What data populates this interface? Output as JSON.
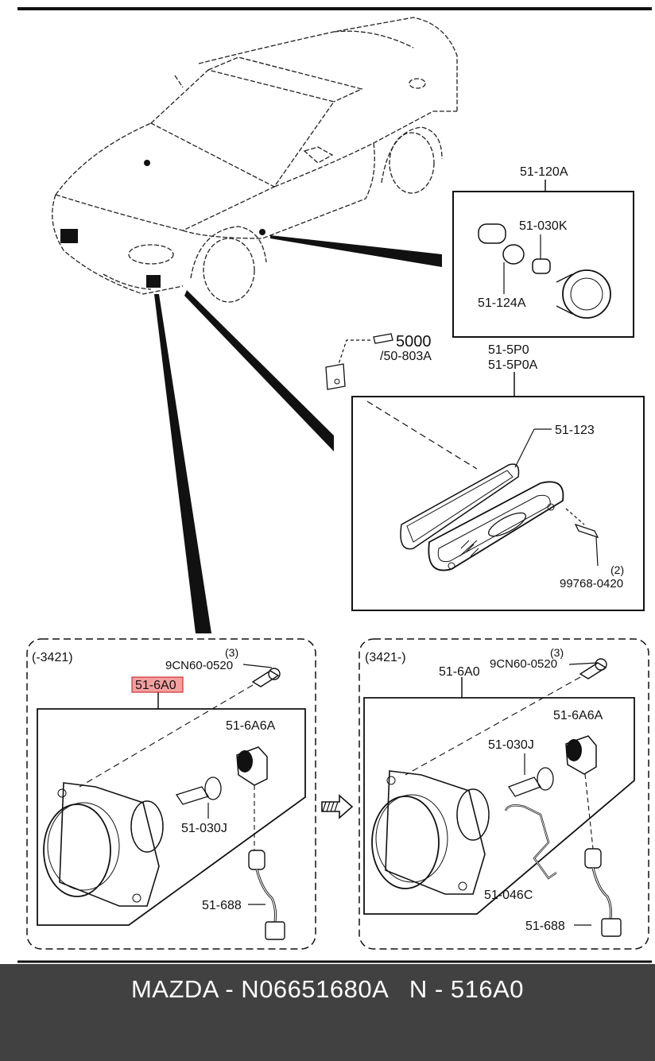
{
  "callouts": {
    "side_marker_assy": "51-120A",
    "side_marker_bulb": "51-030K",
    "side_marker_socket": "51-124A",
    "ref_5000": "5000",
    "ref_50_803a": "/50-803A",
    "turn_lamp_1": "51-5P0",
    "turn_lamp_2": "51-5P0A",
    "gasket": "51-123",
    "screw_qty": "(2)",
    "screw_part": "99768-0420"
  },
  "left_panel": {
    "range": "(-3421)",
    "bolt_qty": "(3)",
    "bolt_part": "9CN60-0520",
    "fog_lamp_assy": "51-6A0",
    "socket": "51-6A6A",
    "bulb": "51-030J",
    "harness": "51-688"
  },
  "right_panel": {
    "range": "(3421-)",
    "bolt_qty": "(3)",
    "bolt_part": "9CN60-0520",
    "fog_lamp_assy": "51-6A0",
    "socket": "51-6A6A",
    "bulb": "51-030J",
    "clip": "51-046C",
    "harness": "51-688"
  },
  "footer": {
    "text": "MAZDA - N06651680A   N - 516A0"
  },
  "highlight_color": "#f4a0a0"
}
